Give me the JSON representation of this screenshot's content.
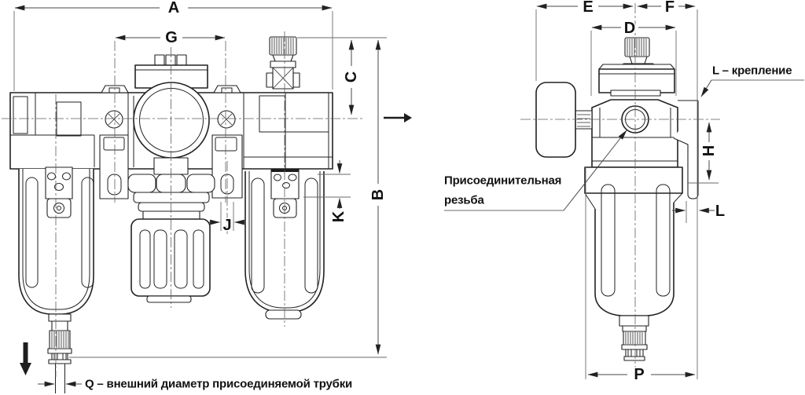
{
  "drawing": {
    "kind": "pneumatic FRL unit dimensional drawing",
    "colors": {
      "line": "#222222",
      "dimension": "#474747",
      "centerline": "#5f5f5f",
      "background": "#ffffff"
    }
  },
  "front_view": {
    "name": "filter-regulator-lubricator front view",
    "dims": {
      "overall_width": "A",
      "overall_height": "B",
      "knob_height": "C",
      "mount_hole_spacing": "G",
      "bracket_drop": "K",
      "slot_width": "J"
    },
    "tube_note": "Q – внешний диаметр присоединяемой трубки"
  },
  "side_view": {
    "name": "lubricator side view with gauge",
    "dims": {
      "center_to_gauge": "E",
      "center_to_bracket": "F",
      "knob_width": "D",
      "mount_height": "H",
      "bracket_thickness": "L",
      "bowl_depth": "P"
    },
    "bracket_note": "L – крепление",
    "thread_note_line1": "Присоединительная",
    "thread_note_line2": "резьба"
  }
}
